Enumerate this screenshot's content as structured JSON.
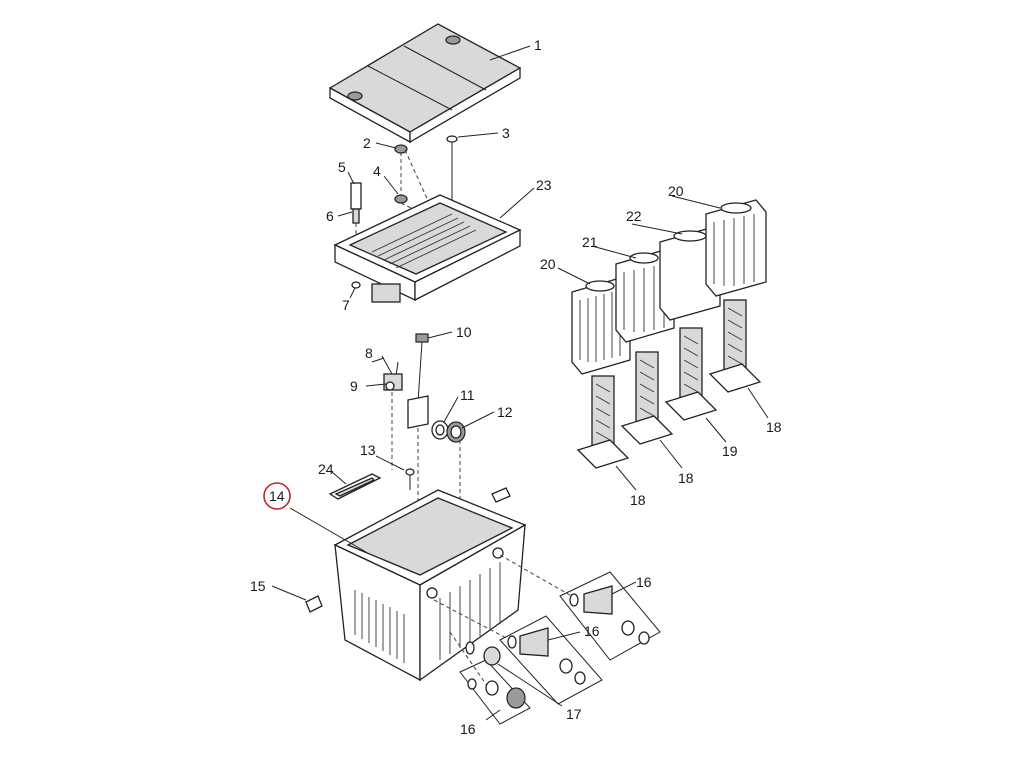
{
  "diagram": {
    "callouts": {
      "c1": "1",
      "c2": "2",
      "c3": "3",
      "c4": "4",
      "c5": "5",
      "c6": "6",
      "c7": "7",
      "c8": "8",
      "c9": "9",
      "c10": "10",
      "c11": "11",
      "c12": "12",
      "c13": "13",
      "c14": "14",
      "c15": "15",
      "c16a": "16",
      "c16b": "16",
      "c16c": "16",
      "c17": "17",
      "c18a": "18",
      "c18b": "18",
      "c18c": "18",
      "c19": "19",
      "c20a": "20",
      "c20b": "20",
      "c21": "21",
      "c22": "22",
      "c23": "23",
      "c24": "24"
    },
    "highlight": {
      "part": "14",
      "color": "#c0282d"
    }
  }
}
